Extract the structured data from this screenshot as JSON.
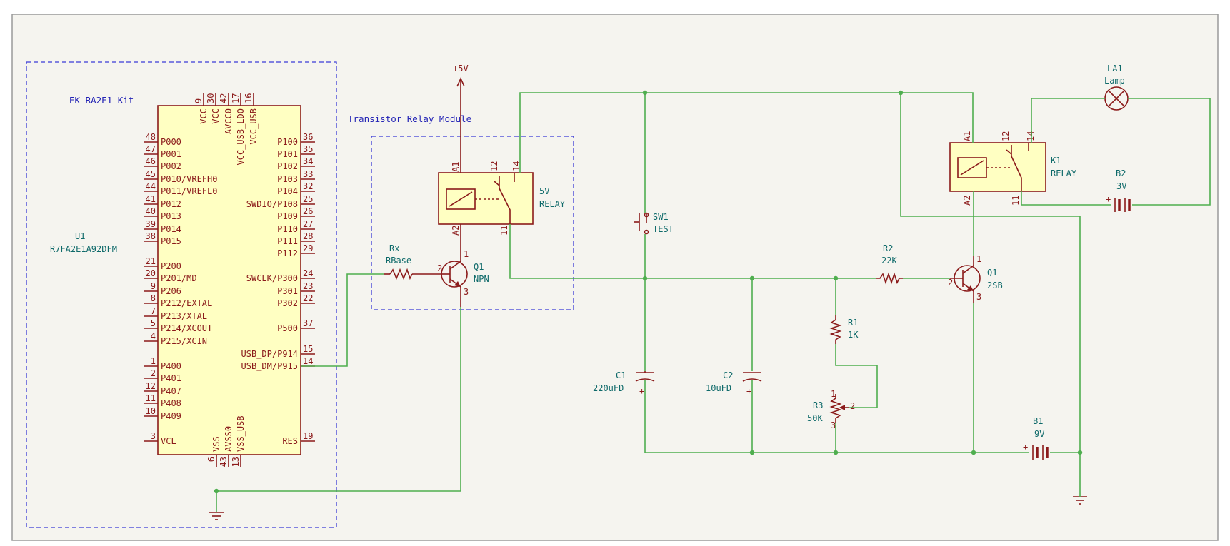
{
  "kit": {
    "title": "EK-RA2E1 Kit",
    "ref": "U1",
    "part": "R7FA2E1A92DFM"
  },
  "mcu": {
    "left_pins": [
      {
        "num": "48",
        "name": "P000"
      },
      {
        "num": "47",
        "name": "P001"
      },
      {
        "num": "46",
        "name": "P002"
      },
      {
        "num": "45",
        "name": "P010/VREFH0"
      },
      {
        "num": "44",
        "name": "P011/VREFL0"
      },
      {
        "num": "41",
        "name": "P012"
      },
      {
        "num": "40",
        "name": "P013"
      },
      {
        "num": "39",
        "name": "P014"
      },
      {
        "num": "38",
        "name": "P015"
      },
      {
        "num": "21",
        "name": "P200"
      },
      {
        "num": "20",
        "name": "P201/MD"
      },
      {
        "num": "9",
        "name": "P206"
      },
      {
        "num": "8",
        "name": "P212/EXTAL"
      },
      {
        "num": "7",
        "name": "P213/XTAL"
      },
      {
        "num": "5",
        "name": "P214/XCOUT"
      },
      {
        "num": "4",
        "name": "P215/XCIN"
      },
      {
        "num": "1",
        "name": "P400"
      },
      {
        "num": "2",
        "name": "P401"
      },
      {
        "num": "12",
        "name": "P407"
      },
      {
        "num": "11",
        "name": "P408"
      },
      {
        "num": "10",
        "name": "P409"
      },
      {
        "num": "3",
        "name": "VCL"
      }
    ],
    "right_pins": [
      {
        "num": "36",
        "name": "P100"
      },
      {
        "num": "35",
        "name": "P101"
      },
      {
        "num": "34",
        "name": "P102"
      },
      {
        "num": "33",
        "name": "P103"
      },
      {
        "num": "32",
        "name": "P104"
      },
      {
        "num": "25",
        "name": "SWDIO/P108"
      },
      {
        "num": "26",
        "name": "P109"
      },
      {
        "num": "27",
        "name": "P110"
      },
      {
        "num": "28",
        "name": "P111"
      },
      {
        "num": "29",
        "name": "P112"
      },
      {
        "num": "24",
        "name": "SWCLK/P300"
      },
      {
        "num": "23",
        "name": "P301"
      },
      {
        "num": "22",
        "name": "P302"
      },
      {
        "num": "37",
        "name": "P500"
      },
      {
        "num": "15",
        "name": "USB_DP/P914"
      },
      {
        "num": "14",
        "name": "USB_DM/P915"
      },
      {
        "num": "19",
        "name": "RES"
      }
    ],
    "top_pins": [
      {
        "num": "9",
        "name": "VCC"
      },
      {
        "num": "30",
        "name": "VCC"
      },
      {
        "num": "42",
        "name": "AVCC0"
      },
      {
        "num": "17",
        "name": "VCC_USB_LDO"
      },
      {
        "num": "16",
        "name": "VCC_USB"
      }
    ],
    "bottom_pins": [
      {
        "num": "6",
        "name": "VSS"
      },
      {
        "num": "43",
        "name": "AVSS0"
      },
      {
        "num": "13",
        "name": "VSS_USB"
      }
    ]
  },
  "module": {
    "title": "Transistor Relay Module"
  },
  "power": {
    "label": "+5V"
  },
  "rx": {
    "ref": "Rx",
    "value": "RBase"
  },
  "q1": {
    "ref": "Q1",
    "value": "NPN",
    "pins": [
      "1",
      "2",
      "3"
    ]
  },
  "relay5": {
    "label": "5V",
    "label2": "RELAY",
    "pins": [
      "A1",
      "A2",
      "12",
      "14",
      "11"
    ]
  },
  "sw1": {
    "ref": "SW1",
    "value": "TEST"
  },
  "c1": {
    "ref": "C1",
    "value": "220uFD"
  },
  "c2": {
    "ref": "C2",
    "value": "10uFD"
  },
  "r1": {
    "ref": "R1",
    "value": "1K"
  },
  "r2": {
    "ref": "R2",
    "value": "22K"
  },
  "r3": {
    "ref": "R3",
    "value": "50K",
    "pins": [
      "1",
      "2",
      "3"
    ]
  },
  "q2": {
    "ref": "Q1",
    "value": "2SB",
    "pins": [
      "1",
      "2",
      "3"
    ]
  },
  "k1": {
    "ref": "K1",
    "value": "RELAY",
    "pins": [
      "A1",
      "A2",
      "12",
      "14",
      "11"
    ]
  },
  "la1": {
    "ref": "LA1",
    "value": "Lamp"
  },
  "b2": {
    "ref": "B2",
    "value": "3V"
  },
  "b1": {
    "ref": "B1",
    "value": "9V"
  },
  "colors": {
    "wire": "#4fae4f",
    "symbol": "#8b1a1a",
    "reference": "#0f6a6a",
    "note": "#2424b5",
    "body": "#ffffc2",
    "background": "#f5f4ef"
  }
}
